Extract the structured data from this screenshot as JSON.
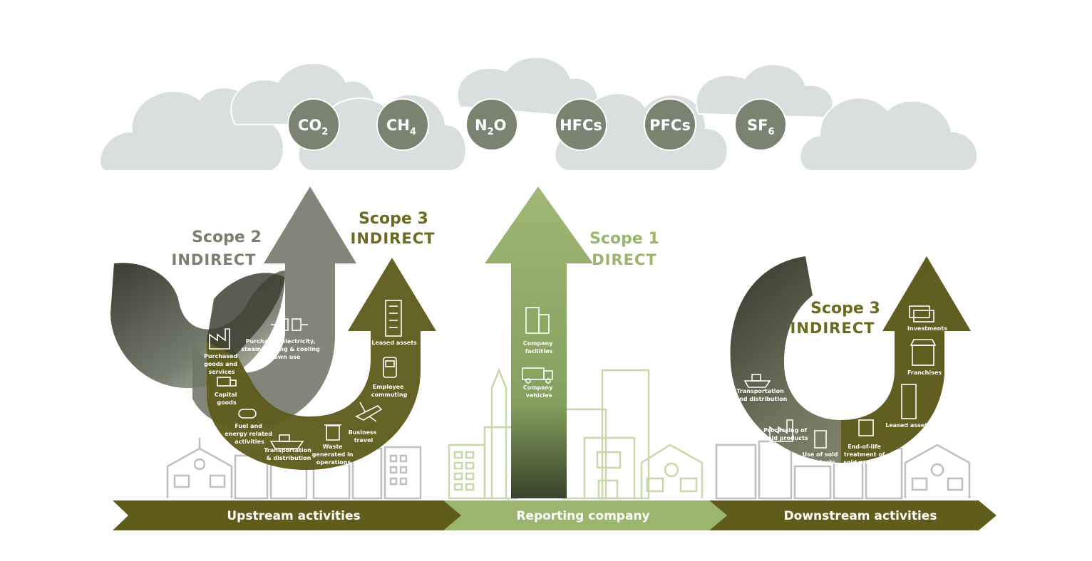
{
  "gases": [
    {
      "id": "co2",
      "label": "CO",
      "sub": "2"
    },
    {
      "id": "ch4",
      "label": "CH",
      "sub": "4"
    },
    {
      "id": "n2o",
      "label": "N",
      "sub": "2",
      "tail": "O"
    },
    {
      "id": "hfcs",
      "label": "HFCs",
      "sub": ""
    },
    {
      "id": "pfcs",
      "label": "PFCs",
      "sub": ""
    },
    {
      "id": "sf6",
      "label": "SF",
      "sub": "6"
    }
  ],
  "scopes": {
    "scope2": {
      "title": "Scope 2",
      "subtitle": "INDIRECT",
      "color": "#7a7f6e"
    },
    "scope3_upstream": {
      "title": "Scope 3",
      "subtitle": "INDIRECT",
      "color": "#6b6a1e"
    },
    "scope1": {
      "title": "Scope 1",
      "subtitle": "DIRECT",
      "color": "#9bb56e"
    },
    "scope3_downstream": {
      "title": "Scope 3",
      "subtitle": "INDIRECT",
      "color": "#6b6a1e"
    }
  },
  "upstream_activities": {
    "purchased_electricity": [
      "Purchased electricity,",
      "steam,heating & cooling",
      "for own use"
    ],
    "purchased_goods": [
      "Purchased",
      "goods and",
      "services"
    ],
    "capital_goods": [
      "Capital",
      "goods"
    ],
    "fuel_energy": [
      "Fuel and",
      "energy related",
      "activities"
    ],
    "transport": [
      "Transportation",
      "& distribution"
    ],
    "waste": [
      "Waste",
      "generated in",
      "operations"
    ],
    "business_travel": [
      "Business",
      "travel"
    ],
    "employee_commuting": [
      "Employee",
      "commuting"
    ],
    "leased_assets": [
      "Leased assets"
    ]
  },
  "company_activities": {
    "facilities": [
      "Company",
      "facilities"
    ],
    "vehicles": [
      "Company",
      "vehicles"
    ]
  },
  "downstream_activities": {
    "investments": [
      "Investments"
    ],
    "franchises": [
      "Franchises"
    ],
    "leased_assets": [
      "Leased assets"
    ],
    "end_of_life": [
      "End-of-life",
      "treatment of",
      "sold products"
    ],
    "use_of_sold": [
      "Use of sold",
      "products"
    ],
    "processing": [
      "Processing of",
      "sold products"
    ],
    "transport": [
      "Transportation",
      "and distribution"
    ]
  },
  "bands": {
    "upstream": "Upstream activities",
    "company": "Reporting company",
    "downstream": "Downstream activities"
  },
  "colors": {
    "cloud": "#d7dcdc",
    "gas_circle": "#7b8270",
    "olive": "#5f5c1c",
    "light_green": "#9bb56e",
    "gray_arrow": "#6f7565"
  }
}
